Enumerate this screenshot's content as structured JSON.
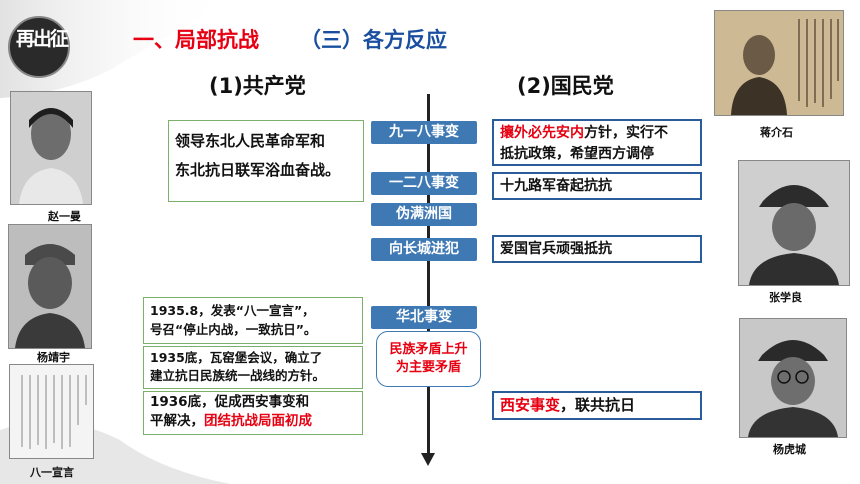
{
  "logo": {
    "text": "再出征"
  },
  "header": {
    "title": "一、局部抗战",
    "subtitle": "（三）各方反应"
  },
  "columns": {
    "ccp": "(1)共产党",
    "kmt": "(2)国民党"
  },
  "ccp_main": {
    "line1": "领导东北人民革命军和",
    "line2": "东北抗日联军浴血奋战。"
  },
  "events": [
    "九一八事变",
    "一二八事变",
    "伪满洲国",
    "向长城进犯",
    "华北事变"
  ],
  "contradiction": {
    "line1": "民族矛盾上升",
    "line2": "为主要矛盾"
  },
  "kmt": {
    "r1_red": "攘外必先安内",
    "r1_rest": "方针，实行不",
    "r1_line2": "抵抗政策，希望西方调停",
    "r2": "十九路军奋起抗抗",
    "r3": "爱国官兵顽强抵抗",
    "r4_red": "西安事变",
    "r4_rest": "，联共抗日"
  },
  "ccp_events": [
    {
      "l1": "1935.8，发表“八一宣言”，",
      "l2": "号召“停止内战，一致抗日”。"
    },
    {
      "l1": "1935底，瓦窑堡会议，确立了",
      "l2": "建立抗日民族统一战线的方针。"
    },
    {
      "l1": "1936底，促成西安事变和",
      "l2_plain": "平解决，",
      "l2_red": "团结抗战局面初成"
    }
  ],
  "captions": {
    "p1": "赵一曼",
    "p2": "杨靖宇",
    "p3": "八一宣言",
    "p4": "蒋介石",
    "p5": "张学良",
    "p6": "杨虎城"
  }
}
